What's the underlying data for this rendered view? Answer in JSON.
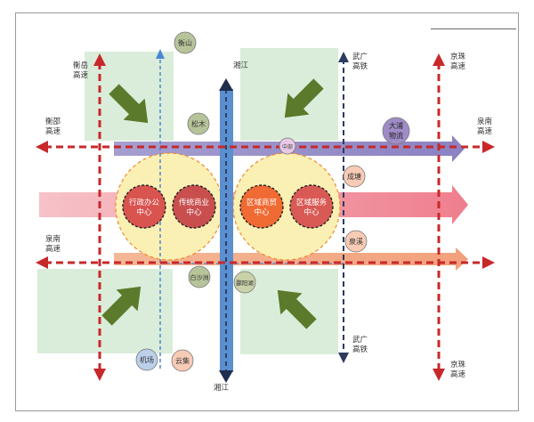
{
  "labels": {
    "hengshan": "衡山",
    "songmu": "松木",
    "xiangjiang_top": "湘江",
    "xiangjiang_bottom": "湘江",
    "hengyue_1": "衡岳",
    "hengyue_2": "高速",
    "hengshao_1": "衡邵",
    "hengshao_2": "高速",
    "quannan_left_1": "泉南",
    "quannan_left_2": "高速",
    "wuguang_top_1": "武广",
    "wuguang_top_2": "高铁",
    "wuguang_bottom_1": "武广",
    "wuguang_bottom_2": "高铁",
    "jingzhu_top_1": "京珠",
    "jingzhu_top_2": "高速",
    "jingzhu_bottom_1": "京珠",
    "jingzhu_bottom_2": "高速",
    "quannan_right_1": "泉南",
    "quannan_right_2": "高速",
    "dapu_1": "大浦",
    "dapu_2": "物流",
    "chengtuo": "成塘",
    "quanxi": "泉溪",
    "baishatai": "白沙洲",
    "chengyang": "酃阳湖",
    "airport": "机场",
    "yunji": "云集",
    "small_node": "中部"
  },
  "centers": [
    {
      "line1": "行政办公",
      "line2": "中心"
    },
    {
      "line1": "传统商业",
      "line2": "中心"
    },
    {
      "line1": "区域商贸",
      "line2": "中心"
    },
    {
      "line1": "区域服务",
      "line2": "中心"
    }
  ],
  "colors": {
    "highway": "#c8282a",
    "railway": "#2b3a5e",
    "river_fill": "#5b8fcf",
    "blue_dash": "#4a86d6",
    "purple_band": "#8f85c4",
    "pink_band": "#f08c9a",
    "peach_band": "#f1a27e",
    "green_arrow": "#5b7a2b",
    "green_block": "#d4ead3",
    "yellow_circle": "#fbf0b4",
    "center_red": "#d9534f",
    "center_orange": "#f06a33"
  }
}
